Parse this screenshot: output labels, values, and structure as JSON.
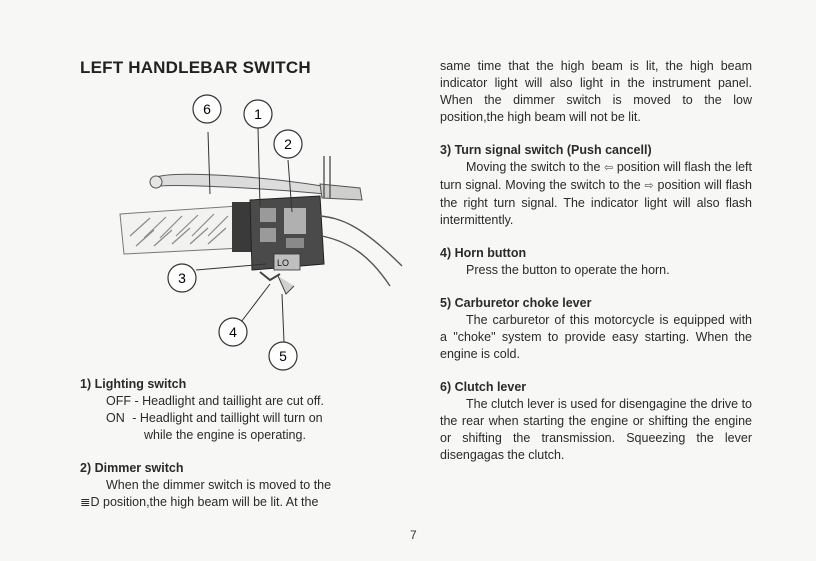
{
  "title": "LEFT HANDLEBAR SWITCH",
  "callouts": [
    "6",
    "1",
    "2",
    "3",
    "4",
    "5"
  ],
  "figure_label": "LO",
  "lighting": {
    "heading": "1) Lighting switch",
    "off_label": "OFF",
    "off_text": "- Headlight and taillight are cut off.",
    "on_label": "ON",
    "on_text": "- Headlight and taillight will turn on",
    "on_text2": "while the engine is operating."
  },
  "dimmer": {
    "heading": "2) Dimmer switch",
    "line1": "When the dimmer switch is moved to the",
    "line2_sym": "≣D",
    "line2": "position,the high beam will be lit. At the",
    "cont": "same time that the high beam is lit, the high beam indicator light will also light in the instrument panel. When the dimmer switch is moved to the low position,the high beam will not be lit."
  },
  "turn": {
    "heading": "3) Turn signal switch (Push cancell)",
    "text_a": "Moving the switch to the",
    "arrow_left": "⇦",
    "text_b": "position will flash the left turn signal. Moving the switch to the",
    "arrow_right": "⇨",
    "text_c": "position will flash the right turn signal. The indicator light will also flash intermittently."
  },
  "horn": {
    "heading": "4) Horn button",
    "text": "Press the button to operate the horn."
  },
  "choke": {
    "heading": "5) Carburetor choke lever",
    "text": "The carburetor of this motorcycle is equipped with a \"choke\" system to provide easy starting. When the engine is cold."
  },
  "clutch": {
    "heading": "6) Clutch lever",
    "text": "The clutch lever is used for disengagine the drive to the rear when starting the engine or shifting the engine or shifting the transmission. Squeezing the lever disengagas the clutch."
  },
  "page_number": "7"
}
